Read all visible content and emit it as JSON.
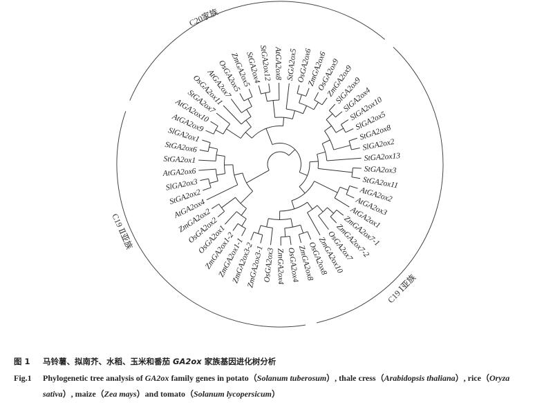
{
  "figure": {
    "groups": {
      "c20": "C20家族",
      "c19_2": "C19 Ⅱ亚族",
      "c19_1": "C19 Ⅰ亚族"
    },
    "tree": [
      [
        [
          [
            [
              "ZmGA2ox1-1",
              "ZmGA2ox1-2"
            ],
            "OsGA2ox1"
          ],
          [
            "OsGA2ox2",
            "ZmGA2ox2"
          ]
        ],
        [
          "AtGA2ox4",
          [
            [
              [
                "StGA2ox2",
                "SlGA2ox3"
              ],
              "AtGA2ox6"
            ],
            [
              "StGA2ox1",
              [
                "StGA2ox6",
                "SlGA2ox1"
              ]
            ]
          ]
        ]
      ],
      [
        [
          [
            [
              [
                "AtGA2ox9",
                "AtGA2ox10"
              ],
              "StGA2ox7"
            ],
            [
              "OsGA2ox11",
              [
                "AtGA2ox7",
                [
                  "OsGA2ox5",
                  "ZmGA2ox5"
                ]
              ]
            ]
          ],
          [
            [
              [
                "StGA2ox4",
                "StGA2ox12"
              ],
              "AtGA2ox8"
            ],
            [
              "StGA2ox5",
              [
                [
                  "OsGA2ox6",
                  "ZmGA2ox6"
                ],
                [
                  "OsGA2ox9",
                  "ZmGA2ox9"
                ]
              ]
            ]
          ]
        ],
        [
          [
            [
              [
                [
                  [
                    "SlGA2ox9",
                    "SlGA2ox4"
                  ],
                  [
                    "SlGA2ox10",
                    "SlGA2ox5"
                  ]
                ],
                [
                  "StGA2ox8",
                  "SlGA2ox2"
                ]
              ],
              "StGA2ox13"
            ],
            [
              "StGA2ox3",
              "StGA2ox11"
            ]
          ],
          [
            [
              [
                "AtGA2ox2",
                "AtGA2ox3"
              ],
              "AtGA2ox1"
            ],
            [
              [
                [
                  [
                    "ZmGA2ox7-1",
                    "ZmGA2ox7-2"
                  ],
                  "OsGA2ox7"
                ],
                "ZmGA2ox10"
              ],
              [
                [
                  [
                    "OsGA2ox8",
                    "ZmGA2ox8"
                  ],
                  [
                    "OsGA2ox4",
                    "ZmGA2ox4"
                  ]
                ],
                [
                  "OsGA2ox3",
                  [
                    "ZmGA2ox3-1",
                    "ZmGA2ox3-2"
                  ]
                ]
              ]
            ]
          ]
        ]
      ]
    ]
  },
  "caption": {
    "cn_label": "图 1",
    "cn_text_1": "马铃薯、拟南芥、水稻、玉米和番茄 ",
    "cn_gene": "GA2ox",
    "cn_text_2": " 家族基因进化树分析",
    "en_label": "Fig.1",
    "en_a": "Phylogenetic tree analysis of ",
    "en_gene": "GA2ox",
    "en_b": " family genes in potato（",
    "en_sp1": "Solanum tuberosum",
    "en_c": "）, thale cress（",
    "en_sp2": "Arabidopsis thaliana",
    "en_d": "）, rice（",
    "en_sp3a": "Oryza",
    "en_sp3b": "sativa",
    "en_e": "）, maize（",
    "en_sp4": "Zea mays",
    "en_f": "）and tomato（",
    "en_sp5": "Solanum lycopersicum",
    "en_g": "）"
  }
}
